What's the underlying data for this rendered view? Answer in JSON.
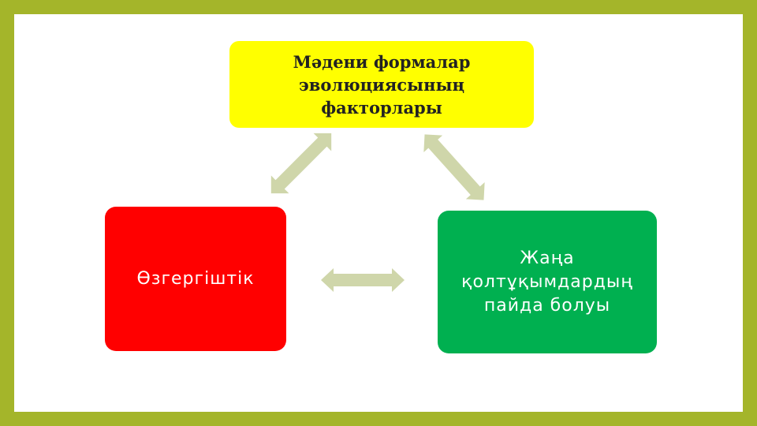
{
  "diagram": {
    "top_node": "Мәдени формалар эволюциясының факторлары",
    "left_node": "Өзгергіштік",
    "right_node": "Жаңа қолтұқымдардың пайда болуы"
  },
  "colors": {
    "frame": "#a4b52a",
    "top": "#ffff00",
    "left": "#ff0000",
    "right": "#00b050",
    "arrow": "#cfd6aa"
  }
}
